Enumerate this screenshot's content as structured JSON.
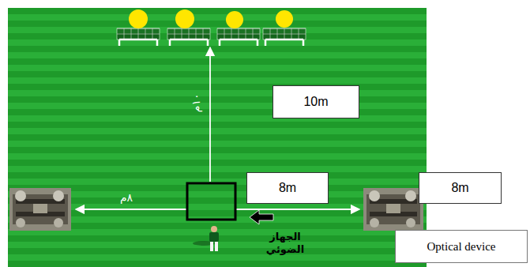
{
  "diagram": {
    "nodes": [
      {
        "text": [
          "10m"
        ]
      },
      {
        "text": [
          "8m"
        ]
      },
      {
        "text": [
          "8m"
        ]
      },
      {
        "text": [
          "Optical device"
        ]
      }
    ],
    "labels": [
      "١٠م",
      "٨م",
      "الجهاز الضوئي"
    ]
  }
}
